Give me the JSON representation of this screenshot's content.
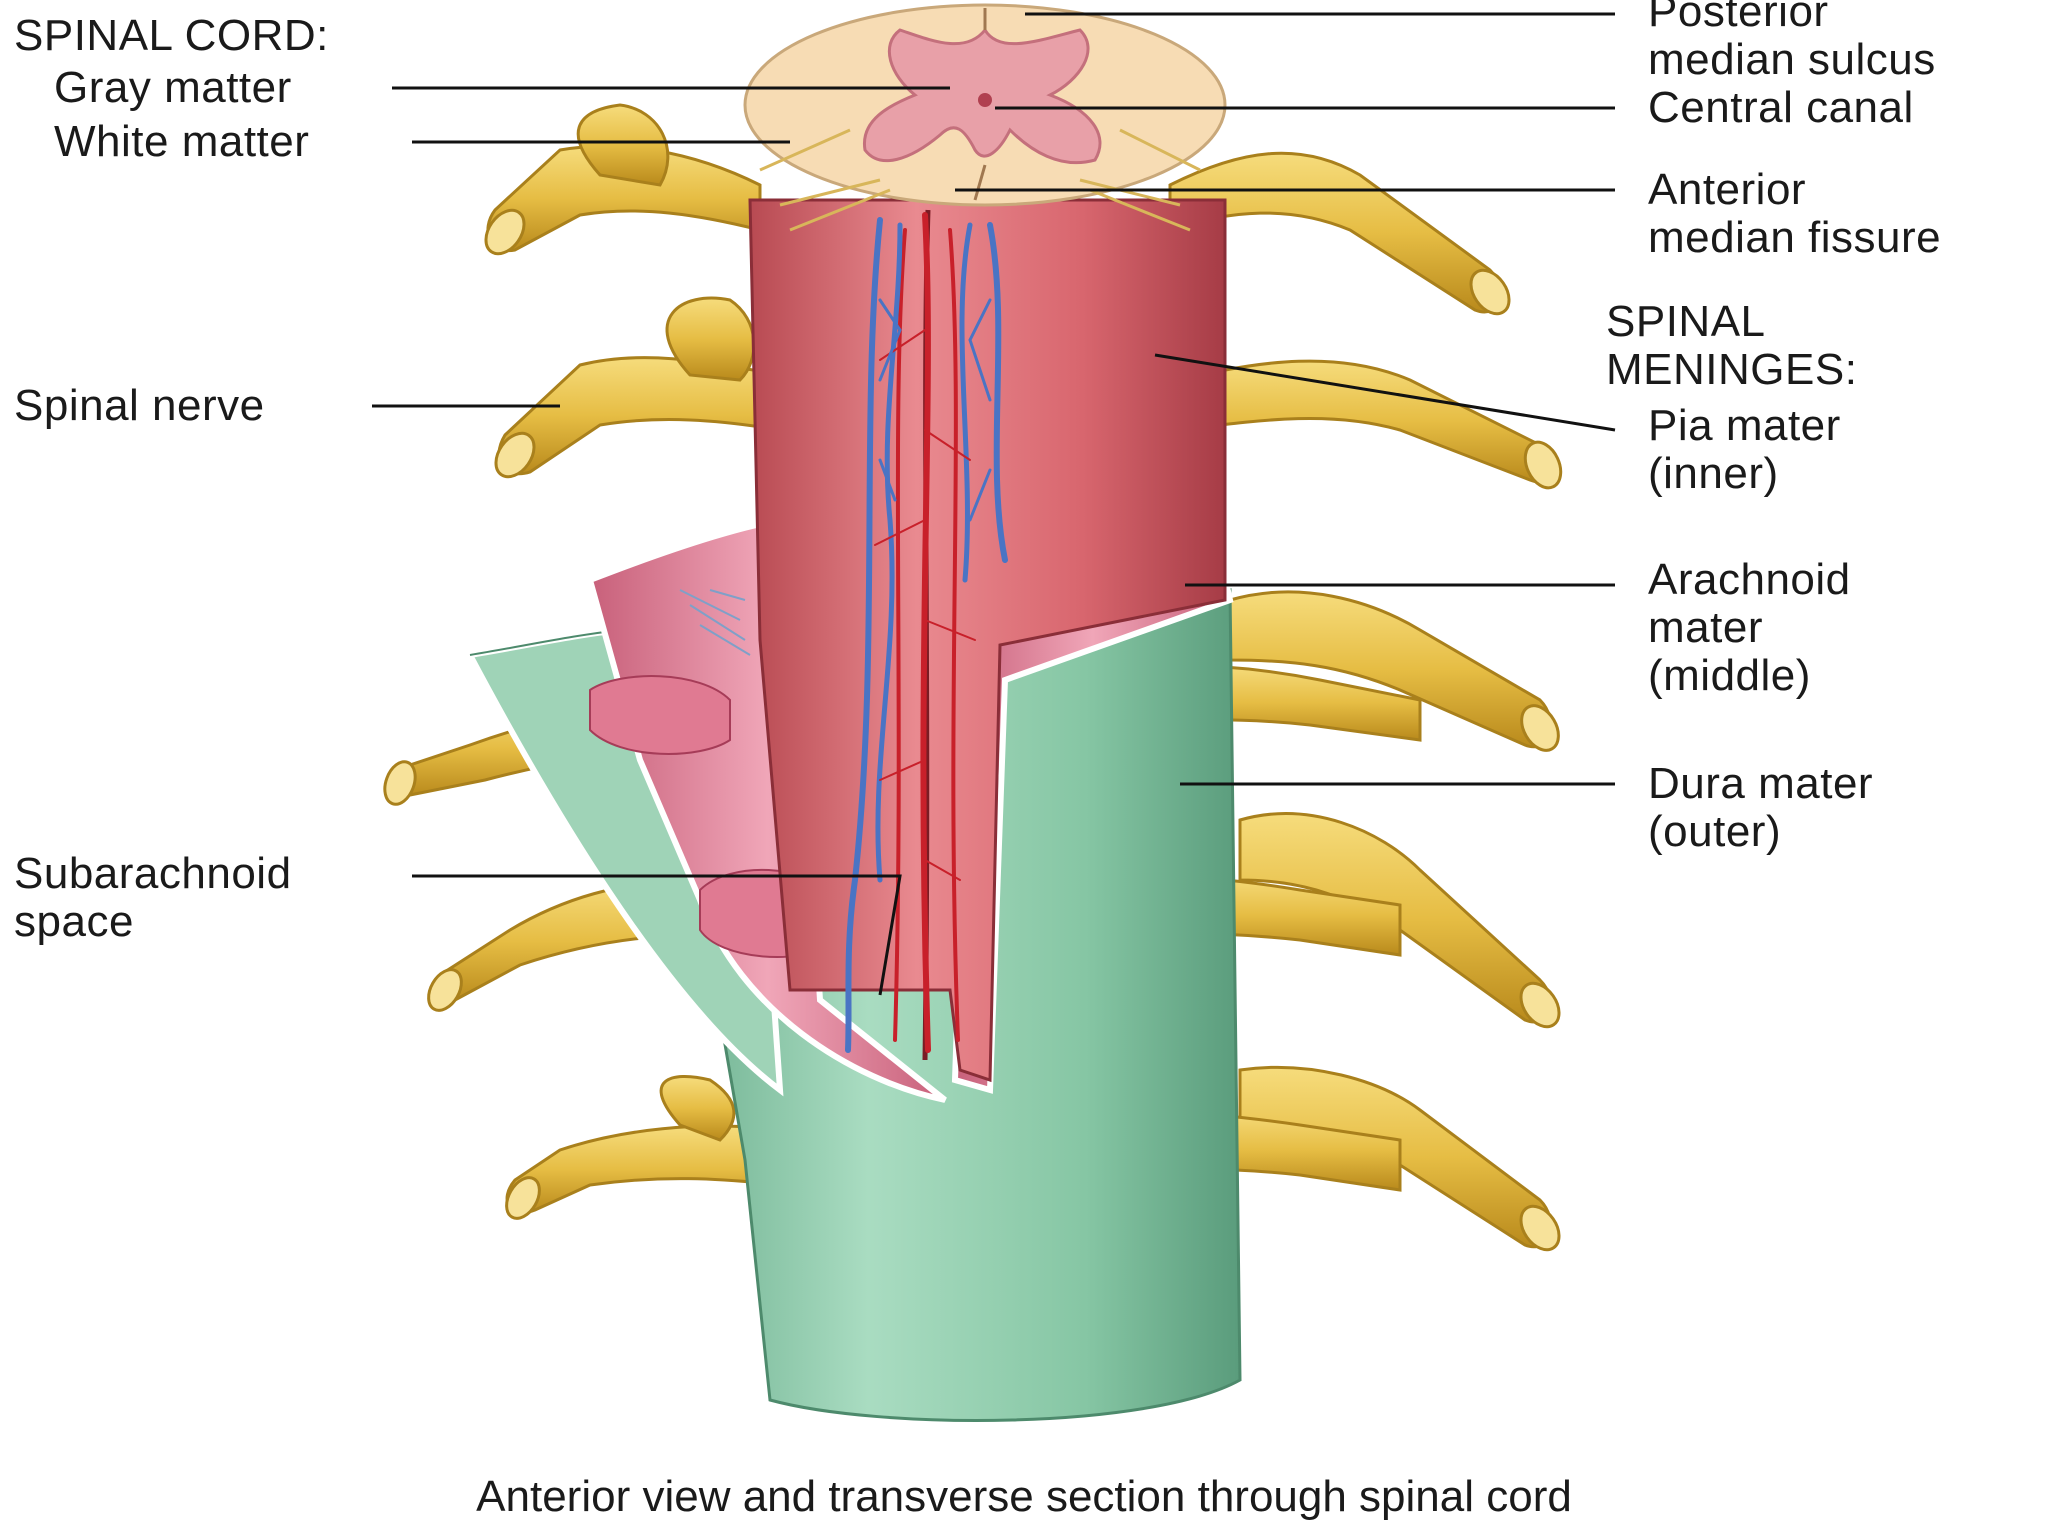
{
  "labels": {
    "spinal_cord_heading": "SPINAL CORD:",
    "gray_matter": "Gray matter",
    "white_matter": "White matter",
    "spinal_nerve": "Spinal nerve",
    "subarachnoid_line1": "Subarachnoid",
    "subarachnoid_line2": "space",
    "posterior_line1": "Posterior",
    "posterior_line2": "median sulcus",
    "central_canal": "Central canal",
    "anterior_line1": "Anterior",
    "anterior_line2": "median fissure",
    "meninges_line1": "SPINAL",
    "meninges_line2": "MENINGES:",
    "pia_line1": "Pia mater",
    "pia_line2": "(inner)",
    "arachnoid_line1": "Arachnoid",
    "arachnoid_line2": "mater",
    "arachnoid_line3": "(middle)",
    "dura_line1": "Dura mater",
    "dura_line2": "(outer)"
  },
  "caption": "Anterior view and transverse section through spinal cord",
  "colors": {
    "nerve": "#e8c24a",
    "nerve_shadow": "#c89a22",
    "pia": "#d9707a",
    "arachnoid": "#e58aa0",
    "dura": "#8cc9a8",
    "white_matter": "#f7dcb4",
    "gray_matter": "#e8a0a8",
    "artery": "#c8202a",
    "vein": "#4a74c4"
  }
}
